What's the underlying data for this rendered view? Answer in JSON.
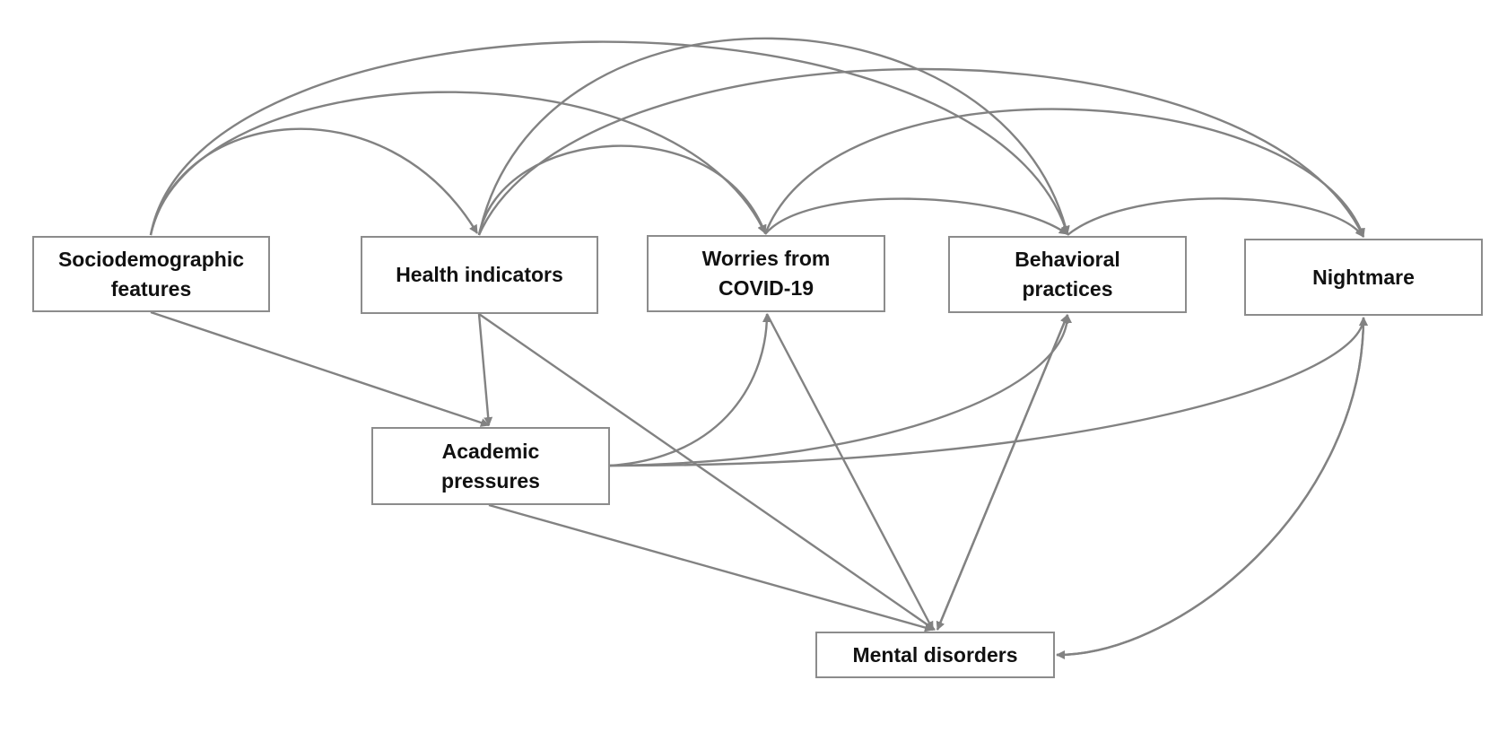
{
  "nodes": [
    {
      "id": "sociodemographic",
      "label": "Sociodemographic\nfeatures"
    },
    {
      "id": "health",
      "label": "Health indicators"
    },
    {
      "id": "worries",
      "label": "Worries  from\nCOVID-19"
    },
    {
      "id": "behavioral",
      "label": "Behavioral\npractices"
    },
    {
      "id": "nightmare",
      "label": "Nightmare"
    },
    {
      "id": "academic",
      "label": "Academic\npressures"
    },
    {
      "id": "mental",
      "label": "Mental disorders"
    }
  ],
  "edges": [
    {
      "from": "sociodemographic",
      "to": "health"
    },
    {
      "from": "sociodemographic",
      "to": "worries"
    },
    {
      "from": "sociodemographic",
      "to": "behavioral"
    },
    {
      "from": "sociodemographic",
      "to": "academic"
    },
    {
      "from": "health",
      "to": "worries"
    },
    {
      "from": "health",
      "to": "behavioral"
    },
    {
      "from": "health",
      "to": "nightmare"
    },
    {
      "from": "health",
      "to": "academic"
    },
    {
      "from": "health",
      "to": "mental"
    },
    {
      "from": "worries",
      "to": "behavioral"
    },
    {
      "from": "worries",
      "to": "nightmare"
    },
    {
      "from": "behavioral",
      "to": "nightmare"
    },
    {
      "from": "academic",
      "to": "worries"
    },
    {
      "from": "academic",
      "to": "behavioral"
    },
    {
      "from": "academic",
      "to": "nightmare"
    },
    {
      "from": "academic",
      "to": "mental"
    },
    {
      "from": "worries",
      "to": "mental"
    },
    {
      "from": "behavioral",
      "to": "mental"
    },
    {
      "from": "mental",
      "to": "behavioral"
    },
    {
      "from": "nightmare",
      "to": "mental"
    },
    {
      "from": "mental",
      "to": "nightmare"
    }
  ],
  "colors": {
    "edge": "#828282",
    "node_border": "#8c8c8c",
    "text": "#111111"
  }
}
